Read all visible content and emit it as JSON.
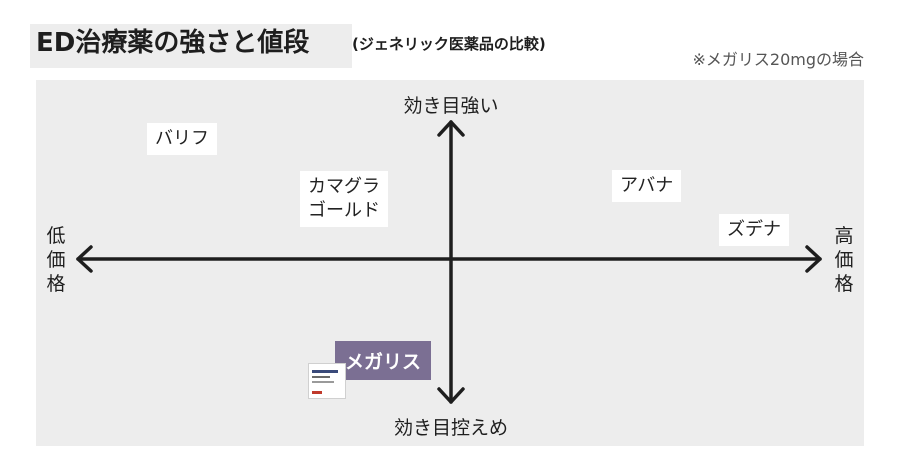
{
  "header": {
    "title": "ED治療薬の強さと値段",
    "subtitle": "(ジェネリック医薬品の比較)",
    "note": "※メガリス20mgの場合"
  },
  "axes": {
    "top": "効き目強い",
    "bottom": "効き目控えめ",
    "left": "低価格",
    "right": "高価格"
  },
  "products": {
    "barif": "バリフ",
    "kamagra_gold": "カマグラ\nゴールド",
    "avana": "アバナ",
    "zudena": "ズデナ",
    "megalis": "メガリス"
  },
  "colors": {
    "panel": "#ededed",
    "highlight": "#7b6f93",
    "axis": "#1e1e1e"
  },
  "icons": {
    "package": "medicine-package-icon"
  }
}
